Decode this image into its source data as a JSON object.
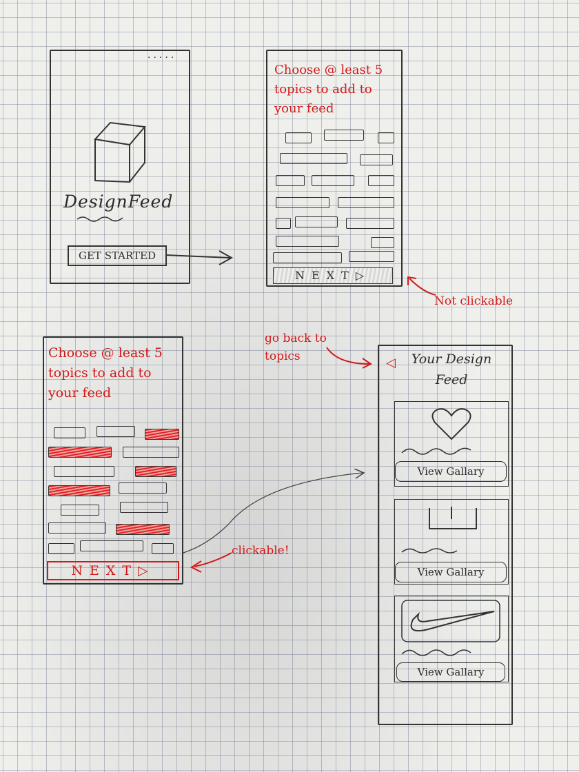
{
  "screen1": {
    "app_name": "DesignFeed",
    "button_label": "GET STARTED"
  },
  "screen2": {
    "heading": "Choose @ least 5 topics to add to your feed",
    "next_label": "NEXT",
    "note": "Not clickable"
  },
  "screen3": {
    "heading": "Choose @ least 5 topics to add to your feed",
    "next_label": "NEXT",
    "note": "clickable!"
  },
  "screen4": {
    "title": "Your Design Feed",
    "back_note": "go back to topics",
    "cards": [
      {
        "icon": "heart-icon",
        "button": "View Gallary"
      },
      {
        "icon": "smile-icon",
        "button": "View Gallary"
      },
      {
        "icon": "swoosh-icon",
        "button": "View Gallary"
      }
    ]
  },
  "colors": {
    "ink": "#2b2b2b",
    "red_ink": "#d21a1a",
    "paper": "#efefec"
  }
}
